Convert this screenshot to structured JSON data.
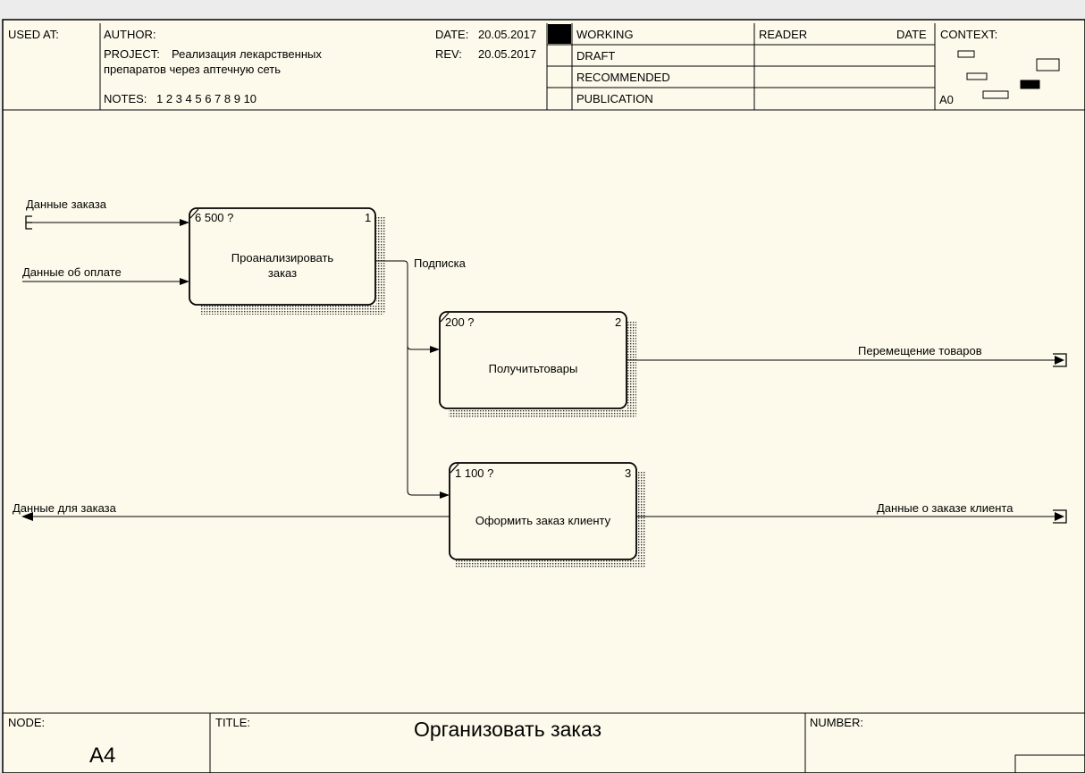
{
  "header": {
    "used_at_label": "USED AT:",
    "author_label": "AUTHOR:",
    "project_label": "PROJECT:",
    "project_line1": "Реализация лекарственных",
    "project_line2": "препаратов через аптечную сеть",
    "notes_label": "NOTES:",
    "notes_numbers": "1  2  3  4  5  6  7  8  9  10",
    "date_label": "DATE:",
    "date_value": "20.05.2017",
    "rev_label": "REV:",
    "rev_value": "20.05.2017",
    "status": [
      "WORKING",
      "DRAFT",
      "RECOMMENDED",
      "PUBLICATION"
    ],
    "reader_label": "READER",
    "reader_date_label": "DATE",
    "context_label": "CONTEXT:",
    "context_node": "A0"
  },
  "boxes": [
    {
      "cost": "6 500 ?",
      "number": "1",
      "label_line1": "Проанализировать",
      "label_line2": "заказ"
    },
    {
      "cost": "200 ?",
      "number": "2",
      "label_line1": "Получитьтовары",
      "label_line2": ""
    },
    {
      "cost": "1 100 ?",
      "number": "3",
      "label_line1": "Оформить заказ клиенту",
      "label_line2": ""
    }
  ],
  "arrows": {
    "order_data": "Данные заказа",
    "payment_data": "Данные об оплате",
    "subscription": "Подписка",
    "goods_movement": "Перемещение товаров",
    "data_for_order": "Данные для заказа",
    "client_order_data": "Данные о заказе клиента"
  },
  "footer": {
    "node_label": "NODE:",
    "node_value": "A4",
    "title_label": "TITLE:",
    "title_value": "Организовать заказ",
    "number_label": "NUMBER:"
  },
  "colors": {
    "paper": "#fdfaeb",
    "line": "#000000",
    "window_bg": "#ececec"
  }
}
